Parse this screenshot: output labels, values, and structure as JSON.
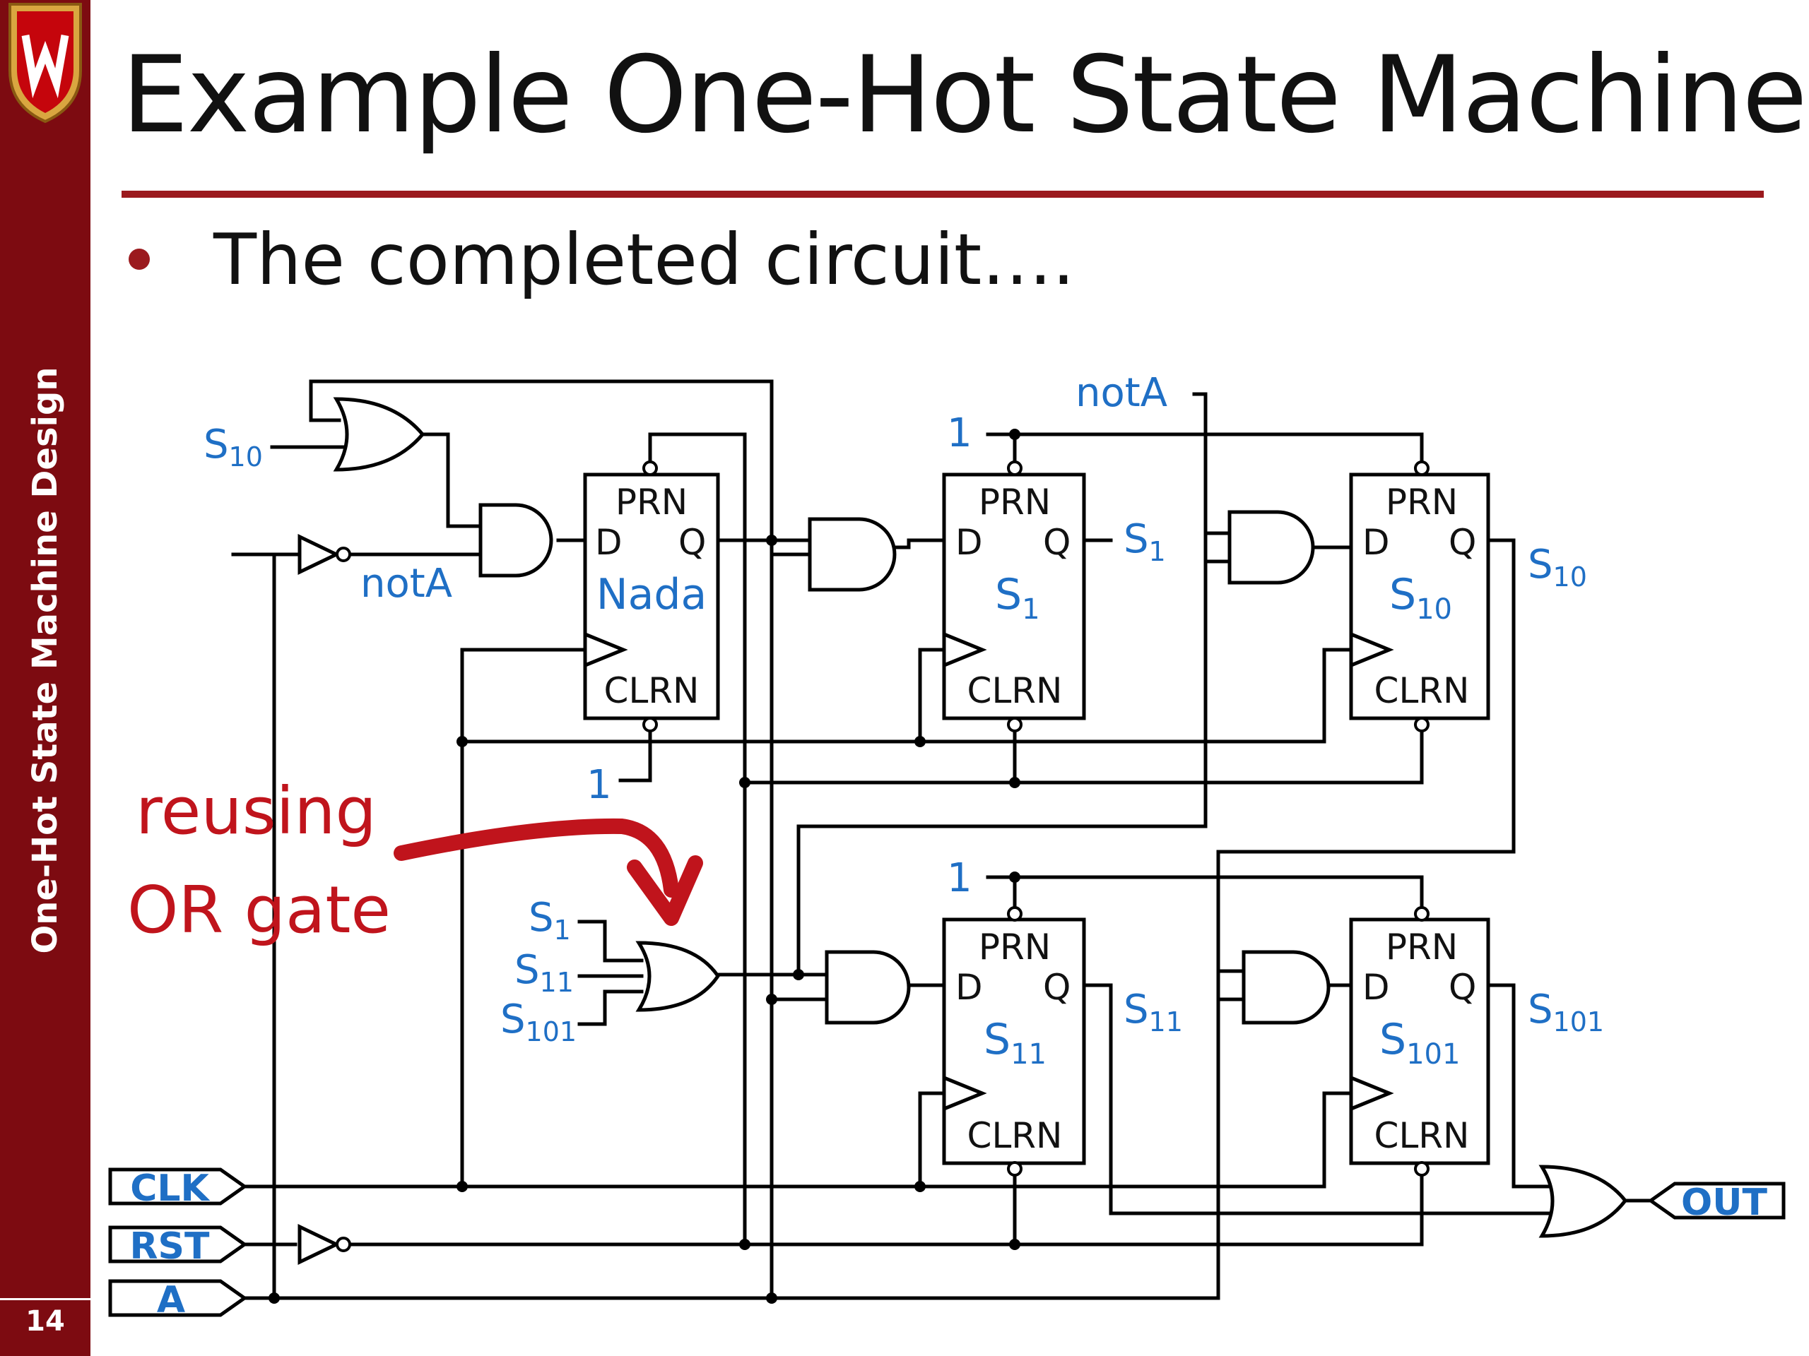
{
  "sidebar": {
    "section_title": "One-Hot State Machine Design",
    "slide_number": "14"
  },
  "title": "Example One-Hot State Machine",
  "bullet": "The completed circuit….",
  "colors": {
    "sidebar": "#7d0b11",
    "accent": "#9b1a1e",
    "label_blue": "#1f6fc5",
    "annotation_red": "#c0141c"
  },
  "annotation": {
    "line1": "reusing",
    "line2": "OR gate"
  },
  "ports": {
    "clk": "CLK",
    "rst": "RST",
    "a": "A",
    "out": "OUT"
  },
  "flipflops": [
    {
      "prn": "PRN",
      "d": "D",
      "q": "Q",
      "name": "Nada",
      "clrn": "CLRN"
    },
    {
      "prn": "PRN",
      "d": "D",
      "q": "Q",
      "name": "S",
      "sub": "1",
      "clrn": "CLRN"
    },
    {
      "prn": "PRN",
      "d": "D",
      "q": "Q",
      "name": "S",
      "sub": "10",
      "clrn": "CLRN"
    },
    {
      "prn": "PRN",
      "d": "D",
      "q": "Q",
      "name": "S",
      "sub": "11",
      "clrn": "CLRN"
    },
    {
      "prn": "PRN",
      "d": "D",
      "q": "Q",
      "name": "S",
      "sub": "101",
      "clrn": "CLRN"
    }
  ],
  "signals": {
    "s": "S",
    "sub_1": "1",
    "sub_10": "10",
    "sub_11": "11",
    "sub_101": "101",
    "nota": "notA",
    "one": "1"
  }
}
